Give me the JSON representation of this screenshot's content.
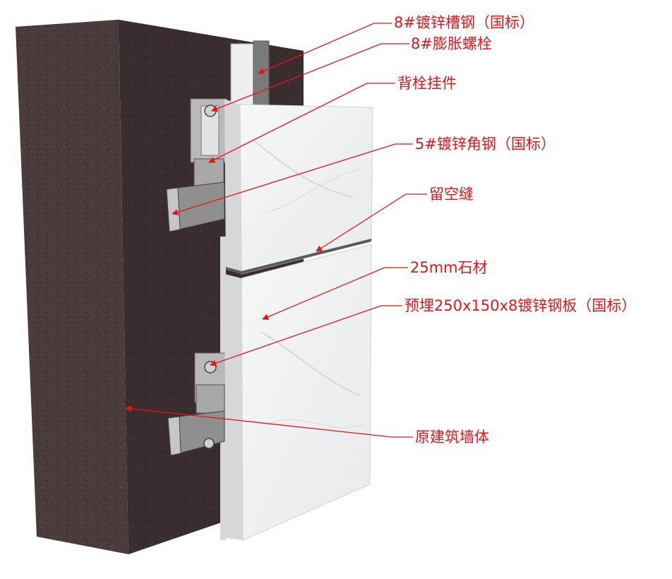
{
  "diagram": {
    "colors": {
      "annotation": "#e8141a",
      "wall_front": "#4a3b3d",
      "wall_side": "#3a2d2f",
      "stone": "#f2f3f3",
      "steel": "#9a9a9a"
    },
    "labels": [
      {
        "id": "channel-steel",
        "text": "8#镀锌槽钢（国标）"
      },
      {
        "id": "expansion-bolt",
        "text": "8#膨胀螺栓"
      },
      {
        "id": "back-bolt-hanger",
        "text": "背栓挂件"
      },
      {
        "id": "angle-steel",
        "text": "5#镀锌角钢（国标）"
      },
      {
        "id": "reserved-gap",
        "text": "留空缝"
      },
      {
        "id": "stone-25mm",
        "text": "25mm石材"
      },
      {
        "id": "embedded-plate",
        "text": "预埋250x150x8镀锌钢板（国标）"
      },
      {
        "id": "original-wall",
        "text": "原建筑墙体"
      }
    ]
  }
}
